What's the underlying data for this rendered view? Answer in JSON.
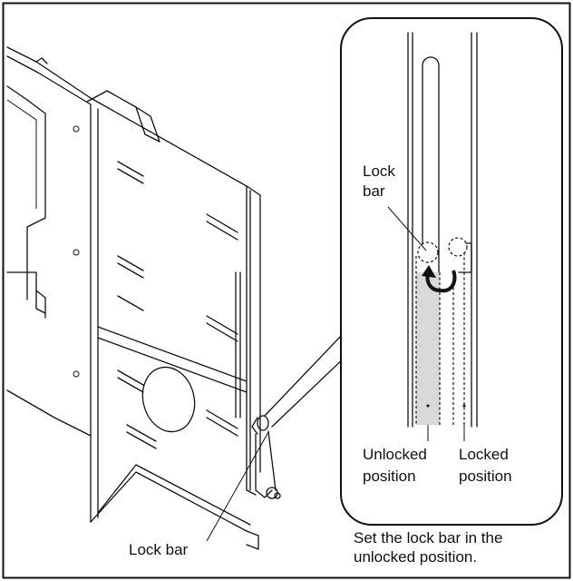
{
  "figure": {
    "frame_color": "#111111",
    "highlight_color": "#d9d9d9",
    "labels": {
      "lock_bar_main": "Lock bar",
      "lock_bar_detail_line1": "Lock",
      "lock_bar_detail_line2": "bar",
      "unlocked_line1": "Unlocked",
      "unlocked_line2": "position",
      "locked_line1": "Locked",
      "locked_line2": "position",
      "caption_line1": "Set the lock bar in the",
      "caption_line2": "unlocked position."
    }
  }
}
